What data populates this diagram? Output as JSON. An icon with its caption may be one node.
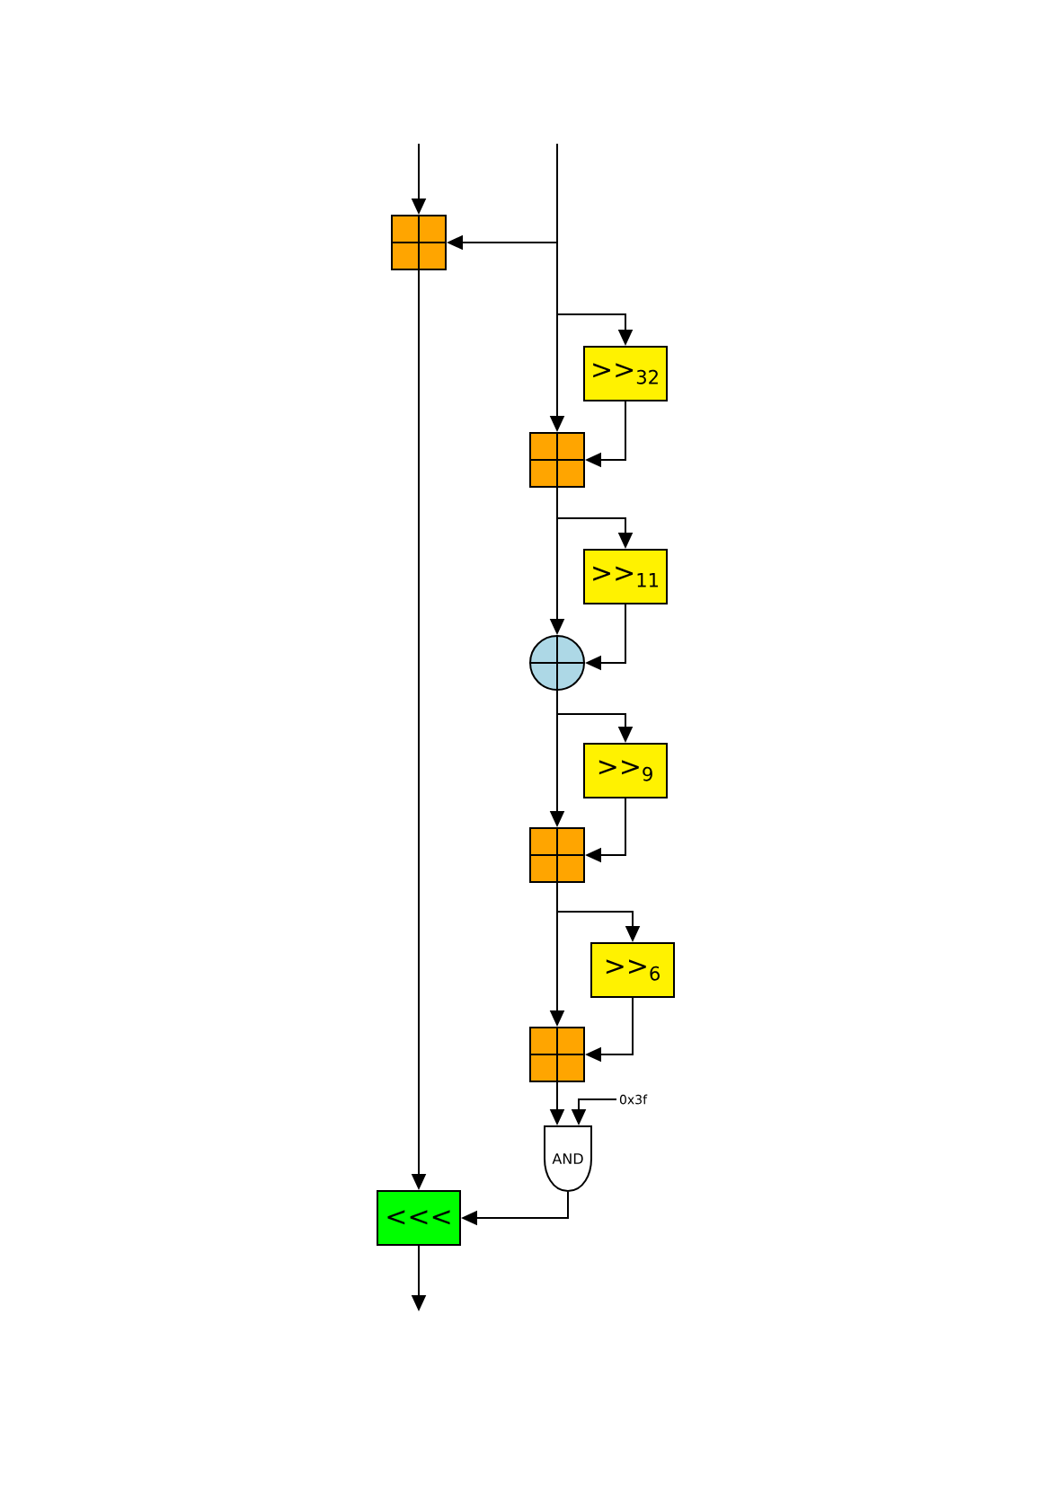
{
  "diagram": {
    "nodes": [
      {
        "text": [],
        "shape": "box"
      },
      {
        "text": [
          ">>$_{32}$"
        ]
      },
      {
        "text": [],
        "shape": "box"
      },
      {
        "text": [
          ">>$_{11}$"
        ]
      },
      {
        "text": [],
        "shape": "circle"
      },
      {
        "text": [
          ">>$_{9}$"
        ]
      },
      {
        "text": [],
        "shape": "box"
      },
      {
        "text": [
          ">>$_{6}$"
        ]
      },
      {
        "text": [],
        "shape": "box"
      },
      {
        "text": [
          "AND"
        ]
      },
      {
        "text": [
          "0x3f"
        ]
      },
      {
        "text": [
          "<<<"
        ]
      }
    ],
    "edges": [
      {
        "from": null,
        "to": 0,
        "arrow": "to"
      },
      {
        "from": null,
        "to": 2,
        "arrow": "to"
      },
      {
        "from": null,
        "to": 0,
        "arrow": "to"
      },
      {
        "from": null,
        "to": 1,
        "arrow": "to"
      },
      {
        "from": 0,
        "to": 11,
        "arrow": "to"
      },
      {
        "from": 1,
        "to": 2,
        "arrow": "to"
      },
      {
        "from": 2,
        "to": 3,
        "arrow": "to"
      },
      {
        "from": 2,
        "to": 4,
        "arrow": "to"
      },
      {
        "from": 3,
        "to": 4,
        "arrow": "to"
      },
      {
        "from": 4,
        "to": 5,
        "arrow": "to"
      },
      {
        "from": 4,
        "to": 6,
        "arrow": "to"
      },
      {
        "from": 5,
        "to": 6,
        "arrow": "to"
      },
      {
        "from": 6,
        "to": 7,
        "arrow": "to"
      },
      {
        "from": 6,
        "to": 8,
        "arrow": "to"
      },
      {
        "from": 7,
        "to": 8,
        "arrow": "to"
      },
      {
        "from": 8,
        "to": 9,
        "arrow": "to"
      },
      {
        "from": 10,
        "to": 9,
        "arrow": "to"
      },
      {
        "from": 9,
        "to": 11,
        "arrow": "to"
      },
      {
        "from": 11,
        "to": null,
        "arrow": "to"
      }
    ]
  }
}
